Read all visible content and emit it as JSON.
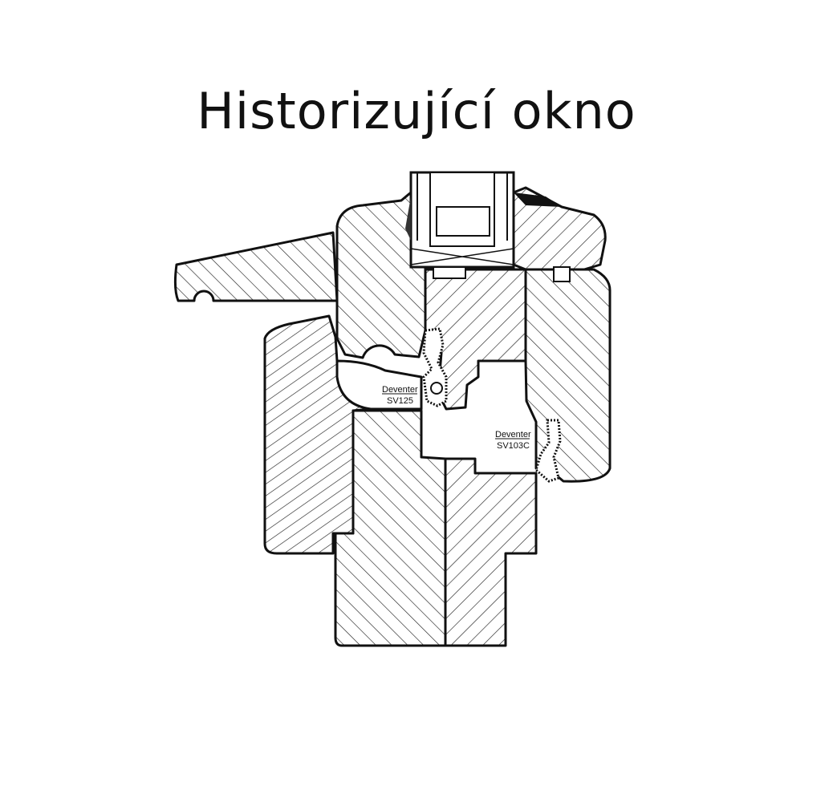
{
  "title": "Historizující okno",
  "labels": {
    "seal1_brand": "Deventer",
    "seal1_model": "SV125",
    "seal2_brand": "Deventer",
    "seal2_model": "SV103C"
  }
}
